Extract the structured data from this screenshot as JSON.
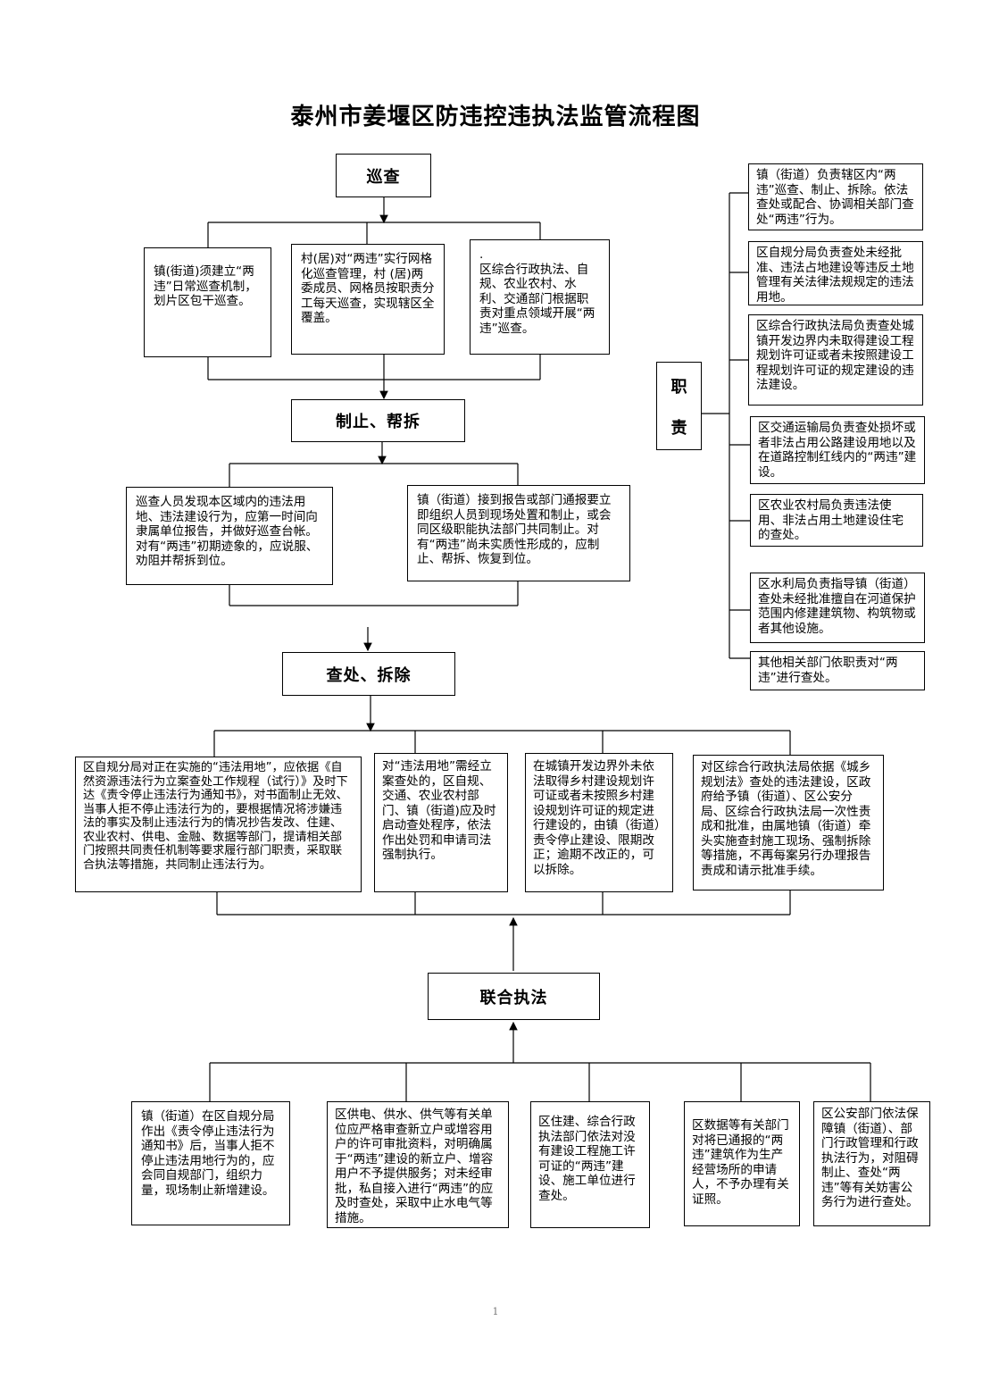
{
  "title": "泰州市姜堰区防违控违执法监管流程图",
  "page_number": "1",
  "stage1": {
    "label": "巡查",
    "items": [
      "镇(街道)须建立“两违”日常巡查机制，划片区包干巡查。",
      "村(居)对“两违”实行网格化巡查管理，村 (居)两委成员、网格员按职责分工每天巡查，实现辖区全覆盖。",
      ".\n区综合行政执法、自规、农业农村、水利、交通部门根据职责对重点领域开展“两违”巡查。"
    ]
  },
  "stage2": {
    "label": "制止、帮拆",
    "items": [
      "巡查人员发现本区域内的违法用地、违法建设行为，应第一时间向隶属单位报告，并做好巡查台帐。对有“两违”初期迹象的，应说服、劝阻并帮拆到位。",
      "镇（街道）接到报告或部门通报要立即组织人员到现场处置和制止，或会同区级职能执法部门共同制止。对有“两违”尚未实质性形成的，应制止、帮拆、恢复到位。"
    ]
  },
  "stage3": {
    "label": "查处、拆除",
    "items": [
      "区自规分局对正在实施的“违法用地”，应依据《自然资源违法行为立案查处工作规程（试行）》及时下达《责令停止违法行为通知书》，对书面制止无效、当事人拒不停止违法行为的，要根据情况将涉嫌违法的事实及制止违法行为的情况抄告发改、住建、农业农村、供电、金融、数据等部门，提请相关部门按照共同责任机制等要求履行部门职责，采取联合执法等措施，共同制止违法行为。",
      "对“违法用地”需经立案查处的，区自规、交通、农业农村部门、镇（街道)应及时启动查处程序，依法作出处罚和申请司法强制执行。",
      "在城镇开发边界外未依法取得乡村建设规划许可证或者未按照乡村建设规划许可证的规定进行建设的，由镇（街道）责令停止建设、限期改正；逾期不改正的，可以拆除。",
      "对区综合行政执法局依据《城乡规划法》查处的违法建设，区政府给予镇（街道）、区公安分局、区综合行政执法局一次性责成和批准，由属地镇（街道）牵头实施查封施工现场、强制拆除等措施，不再每案另行办理报告责成和请示批准手续。"
    ]
  },
  "stage4": {
    "label": "联合执法",
    "items": [
      "镇（街道）在区自规分局作出《责令停止违法行为通知书》后，当事人拒不停止违法用地行为的，应会同自规部门，组织力量，现场制止新增建设。",
      "区供电、供水、供气等有关单位应严格审查新立户或增容用户的许可审批资料，对明确属于“两违”建设的新立户、增容用户不予提供服务；对未经审批，私自接入进行“两违”的应及时查处，采取中止水电气等措施。",
      "区住建、综合行政执法部门依法对没有建设工程施工许可证的“两违”建设、施工单位进行查处。",
      "区数据等有关部门对将已通报的“两违”建筑作为生产经营场所的申请人，不予办理有关证照。",
      "区公安部门依法保障镇（街道）、部门行政管理和行政执法行为，对阻碍制止、查处“两违”等有关妨害公务行为进行查处。"
    ]
  },
  "duties": {
    "label_chars": [
      "职",
      "责"
    ],
    "items": [
      "镇（街道）负责辖区内“两违”巡查、制止、拆除。依法查处或配合、协调相关部门查处“两违”行为。",
      "区自规分局负责查处未经批准、违法占地建设等违反土地管理有关法律法规规定的违法用地。",
      "区综合行政执法局负责查处城镇开发边界内未取得建设工程规划许可证或者未按照建设工程规划许可证的规定建设的违法建设。",
      "区交通运输局负责查处损坏或者非法占用公路建设用地以及在道路控制红线内的“两违”建设。",
      "区农业农村局负责违法使用、非法占用土地建设住宅的查处。",
      "区水利局负责指导镇（街道）查处未经批准擅自在河道保护范围内修建建筑物、构筑物或者其他设施。",
      "其他相关部门依职责对“两违”进行查处。"
    ]
  }
}
